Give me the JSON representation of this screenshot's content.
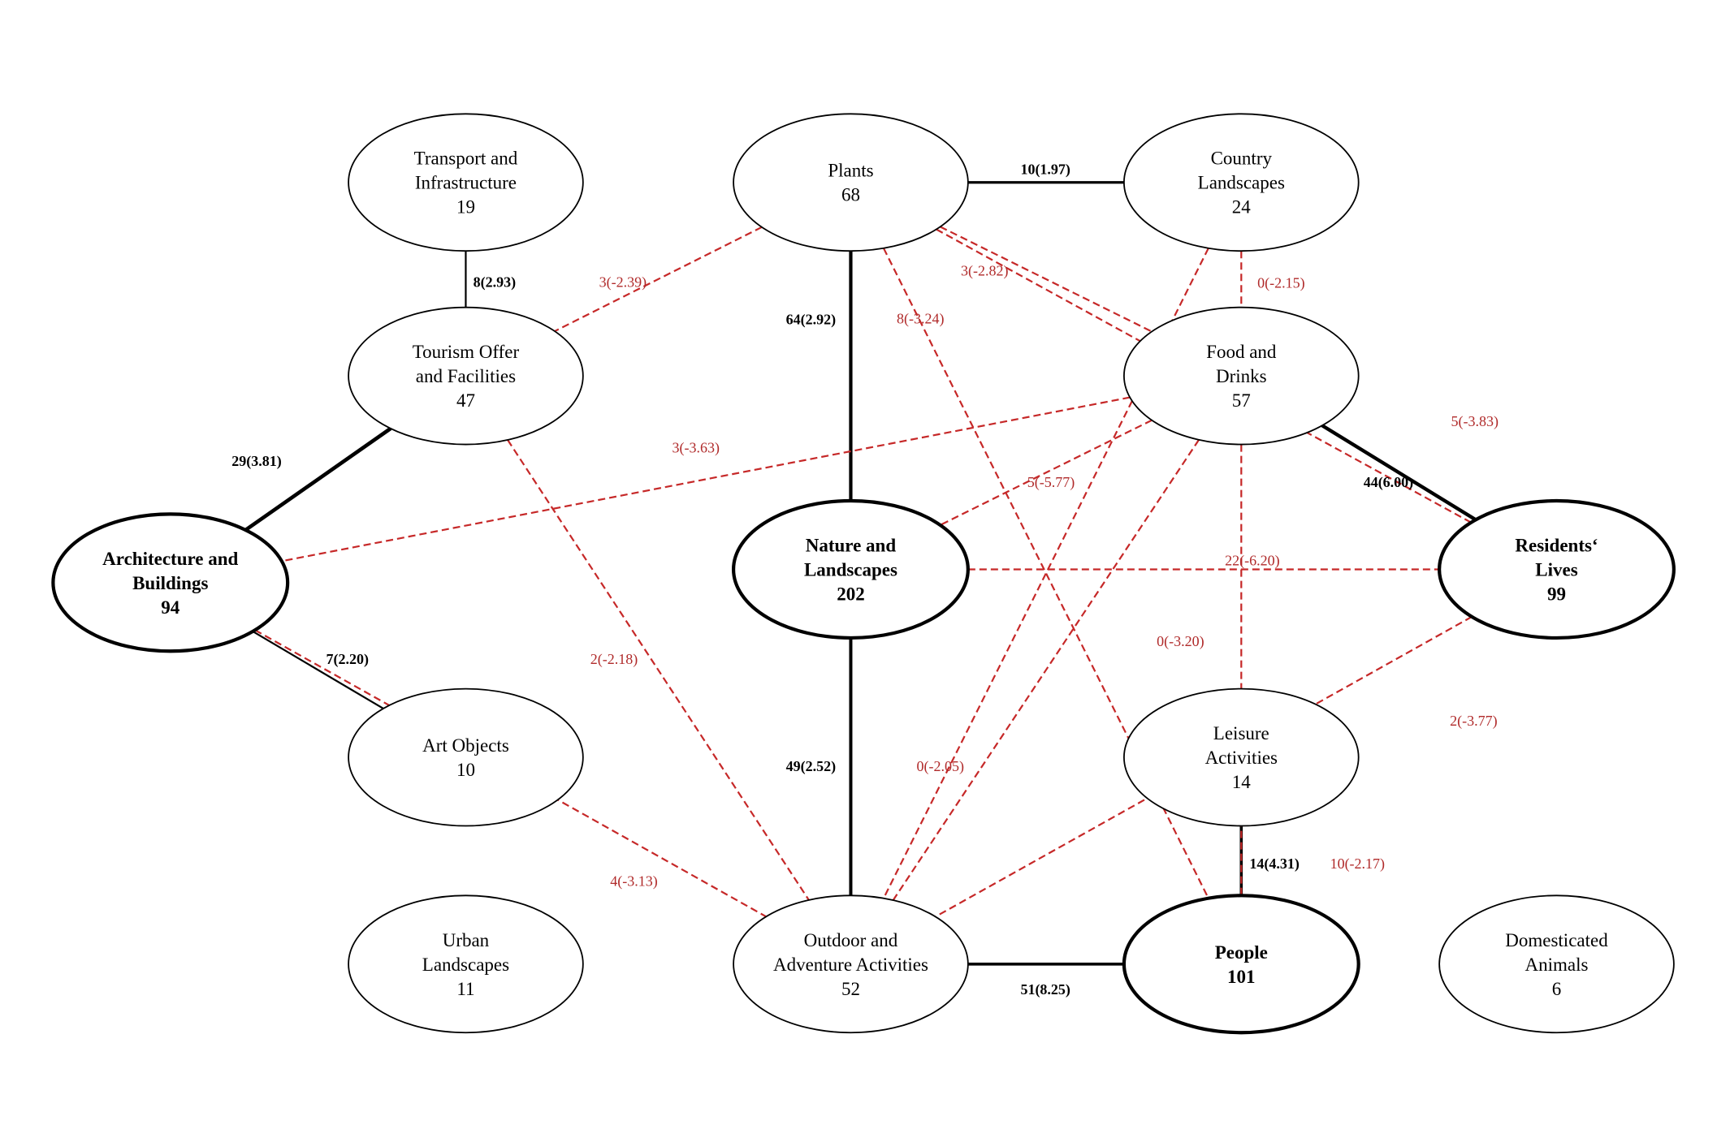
{
  "colors": {
    "positive_edge": "#000000",
    "negative_edge": "#c62828",
    "negative_label": "#b02a2a"
  },
  "nodes": [
    {
      "id": "transport",
      "lines": [
        "Transport and",
        "Infrastructure",
        "19"
      ],
      "bold": false
    },
    {
      "id": "plants",
      "lines": [
        "Plants",
        "68"
      ],
      "bold": false
    },
    {
      "id": "country",
      "lines": [
        "Country",
        "Landscapes",
        "24"
      ],
      "bold": false
    },
    {
      "id": "tourism",
      "lines": [
        "Tourism Offer",
        "and Facilities",
        "47"
      ],
      "bold": false
    },
    {
      "id": "food",
      "lines": [
        "Food and",
        "Drinks",
        "57"
      ],
      "bold": false
    },
    {
      "id": "architecture",
      "lines": [
        "Architecture and",
        "Buildings",
        "94"
      ],
      "bold": true
    },
    {
      "id": "nature",
      "lines": [
        "Nature and",
        "Landscapes",
        "202"
      ],
      "bold": true
    },
    {
      "id": "residents",
      "lines": [
        "Residents‘",
        "Lives",
        "99"
      ],
      "bold": true
    },
    {
      "id": "art",
      "lines": [
        "Art Objects",
        "10"
      ],
      "bold": false
    },
    {
      "id": "leisure",
      "lines": [
        "Leisure",
        "Activities",
        "14"
      ],
      "bold": false
    },
    {
      "id": "urban",
      "lines": [
        "Urban",
        "Landscapes",
        "11"
      ],
      "bold": false
    },
    {
      "id": "outdoor",
      "lines": [
        "Outdoor and",
        "Adventure Activities",
        "52"
      ],
      "bold": false
    },
    {
      "id": "people",
      "lines": [
        "People",
        "101"
      ],
      "bold": true
    },
    {
      "id": "domesticated",
      "lines": [
        "Domesticated",
        "Animals",
        "6"
      ],
      "bold": false
    }
  ],
  "edges": [
    {
      "from": "transport",
      "to": "tourism",
      "label": "8(2.93)",
      "sign": "positive"
    },
    {
      "from": "plants",
      "to": "country",
      "label": "10(1.97)",
      "sign": "positive"
    },
    {
      "from": "plants",
      "to": "nature",
      "label": "64(2.92)",
      "sign": "positive"
    },
    {
      "from": "tourism",
      "to": "architecture",
      "label": "29(3.81)",
      "sign": "positive"
    },
    {
      "from": "food",
      "to": "residents",
      "label": "44(6.00)",
      "sign": "positive"
    },
    {
      "from": "architecture",
      "to": "art",
      "label": "7(2.20)",
      "sign": "positive"
    },
    {
      "from": "nature",
      "to": "outdoor",
      "label": "49(2.52)",
      "sign": "positive"
    },
    {
      "from": "leisure",
      "to": "people",
      "label": "14(4.31)",
      "sign": "positive"
    },
    {
      "from": "outdoor",
      "to": "people",
      "label": "51(8.25)",
      "sign": "positive"
    },
    {
      "from": "plants",
      "to": "tourism",
      "label": "3(-2.39)",
      "sign": "negative"
    },
    {
      "from": "plants",
      "to": "food",
      "label": "3(-2.82)",
      "sign": "negative"
    },
    {
      "from": "plants",
      "to": "people",
      "label": "8(-3.24)",
      "sign": "negative"
    },
    {
      "from": "plants",
      "to": "residents",
      "label": "5(-3.83)",
      "sign": "negative"
    },
    {
      "from": "country",
      "to": "food",
      "label": "0(-2.15)",
      "sign": "negative"
    },
    {
      "from": "country",
      "to": "outdoor",
      "label": "0(-2.05)",
      "sign": "negative"
    },
    {
      "from": "food",
      "to": "architecture",
      "label": "3(-3.63)",
      "sign": "negative"
    },
    {
      "from": "food",
      "to": "nature",
      "label": "5(-5.77)",
      "sign": "negative"
    },
    {
      "from": "food",
      "to": "outdoor",
      "label": "0(-3.20)",
      "sign": "negative"
    },
    {
      "from": "food",
      "to": "people",
      "label": "10(-2.17)",
      "sign": "negative"
    },
    {
      "from": "tourism",
      "to": "outdoor",
      "label": "2(-2.18)",
      "sign": "negative"
    },
    {
      "from": "nature",
      "to": "residents",
      "label": "22(-6.20)",
      "sign": "negative"
    },
    {
      "from": "architecture",
      "to": "outdoor",
      "label": "4(-3.13)",
      "sign": "negative"
    },
    {
      "from": "residents",
      "to": "outdoor",
      "label": "2(-3.77)",
      "sign": "negative"
    }
  ]
}
